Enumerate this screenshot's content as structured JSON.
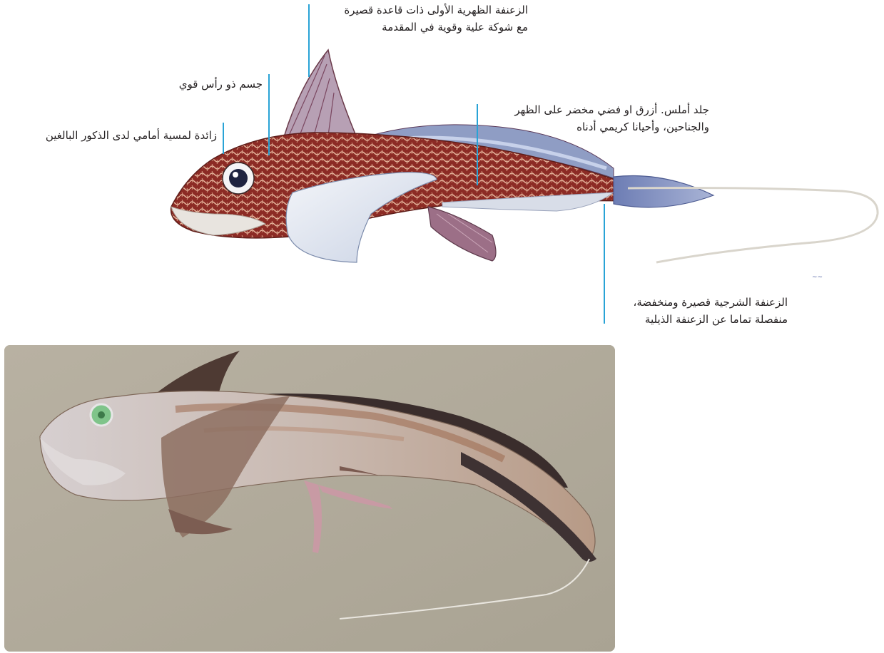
{
  "colors": {
    "leader_line": "#29a3d6",
    "label_text": "#231f20",
    "body_red": "#8c2b25",
    "fin_white": "#e8ecf3",
    "stripe_blue": "#8fa0c8",
    "photo_background": "#b2ab9b"
  },
  "callouts": {
    "dorsal_fin": "الزعنفة الظهرية الأولى ذات قاعدة قصيرة\nمع شوكة علية وقوية في المقدمة",
    "robust_head": "جسم ذو رأس قوي",
    "frontal_clasper": "زائدة لمسية أمامي لدى الذكور البالغين",
    "smooth_skin": "جلد أملس. أزرق او فضي مخضر على الظهر\nوالجناحين، وأحيانا كريمي أدناه",
    "anal_fin": "الزعنفة الشرجية قصيرة ومنخفضة،\nمنفصلة تماما عن الزعنفة الذيلية"
  },
  "illustration": {
    "description_icon": "ratfish-illustration"
  },
  "photo": {
    "description_icon": "ratfish-photo"
  }
}
